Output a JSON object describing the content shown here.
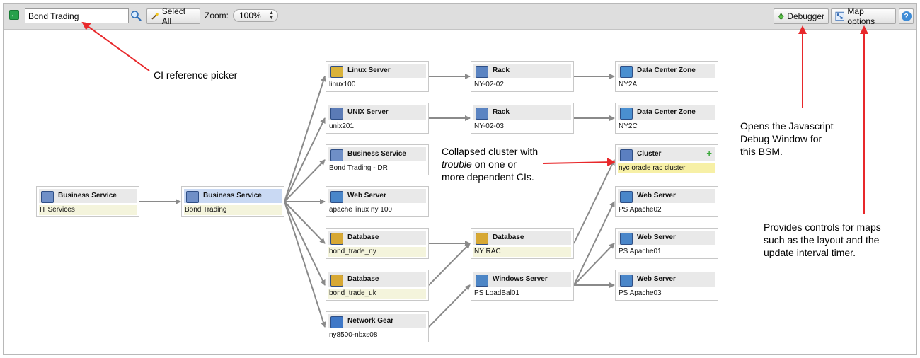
{
  "toolbar": {
    "ci_reference_value": "Bond Trading",
    "select_all_label": "Select All",
    "zoom_label": "Zoom:",
    "zoom_value": "100%",
    "debugger_label": "Debugger",
    "map_options_label": "Map options",
    "help_label": "?"
  },
  "nodes": [
    {
      "id": "n1",
      "type": "Business Service",
      "name": "IT Services",
      "status": "warn",
      "icon": "business-service-icon"
    },
    {
      "id": "n2",
      "type": "Business Service",
      "name": "Bond Trading",
      "status": "warn",
      "icon": "business-service-icon",
      "selected": true
    },
    {
      "id": "n3",
      "type": "Linux Server",
      "name": "linux100",
      "status": "ok",
      "icon": "linux-server-icon"
    },
    {
      "id": "n4",
      "type": "UNIX Server",
      "name": "unix201",
      "status": "ok",
      "icon": "unix-server-icon"
    },
    {
      "id": "n5",
      "type": "Business Service",
      "name": "Bond Trading - DR",
      "status": "ok",
      "icon": "business-service-icon"
    },
    {
      "id": "n6",
      "type": "Web Server",
      "name": "apache linux ny 100",
      "status": "ok",
      "icon": "web-server-icon"
    },
    {
      "id": "n7",
      "type": "Database",
      "name": "bond_trade_ny",
      "status": "warn",
      "icon": "database-icon"
    },
    {
      "id": "n8",
      "type": "Database",
      "name": "bond_trade_uk",
      "status": "warn",
      "icon": "database-icon"
    },
    {
      "id": "n9",
      "type": "Network Gear",
      "name": "ny8500-nbxs08",
      "status": "ok",
      "icon": "network-gear-icon"
    },
    {
      "id": "n10",
      "type": "Rack",
      "name": "NY-02-02",
      "status": "ok",
      "icon": "rack-icon"
    },
    {
      "id": "n11",
      "type": "Rack",
      "name": "NY-02-03",
      "status": "ok",
      "icon": "rack-icon"
    },
    {
      "id": "n12",
      "type": "Database",
      "name": "NY RAC",
      "status": "warn",
      "icon": "database-icon"
    },
    {
      "id": "n13",
      "type": "Windows Server",
      "name": "PS LoadBal01",
      "status": "ok",
      "icon": "windows-server-icon"
    },
    {
      "id": "n14",
      "type": "Data Center Zone",
      "name": "NY2A",
      "status": "ok",
      "icon": "data-center-zone-icon"
    },
    {
      "id": "n15",
      "type": "Data Center Zone",
      "name": "NY2C",
      "status": "ok",
      "icon": "data-center-zone-icon"
    },
    {
      "id": "n16",
      "type": "Cluster",
      "name": "nyc oracle rac cluster",
      "status": "trouble",
      "icon": "cluster-icon",
      "expandable": true
    },
    {
      "id": "n17",
      "type": "Web Server",
      "name": "PS Apache02",
      "status": "ok",
      "icon": "web-server-icon"
    },
    {
      "id": "n18",
      "type": "Web Server",
      "name": "PS Apache01",
      "status": "ok",
      "icon": "web-server-icon"
    },
    {
      "id": "n19",
      "type": "Web Server",
      "name": "PS Apache03",
      "status": "ok",
      "icon": "web-server-icon"
    }
  ],
  "edges": [
    [
      "n1",
      "n2"
    ],
    [
      "n2",
      "n3"
    ],
    [
      "n2",
      "n4"
    ],
    [
      "n2",
      "n5"
    ],
    [
      "n2",
      "n6"
    ],
    [
      "n2",
      "n7"
    ],
    [
      "n2",
      "n8"
    ],
    [
      "n2",
      "n9"
    ],
    [
      "n3",
      "n10"
    ],
    [
      "n4",
      "n11"
    ],
    [
      "n7",
      "n12"
    ],
    [
      "n8",
      "n12"
    ],
    [
      "n9",
      "n13"
    ],
    [
      "n10",
      "n14"
    ],
    [
      "n11",
      "n15"
    ],
    [
      "n12",
      "n16"
    ],
    [
      "n13",
      "n17"
    ],
    [
      "n13",
      "n18"
    ],
    [
      "n13",
      "n19"
    ]
  ],
  "annotations": {
    "ci_picker": "CI reference picker",
    "cluster_line1": "Collapsed cluster with",
    "cluster_trouble": "trouble",
    "cluster_line2_rest": " on one or",
    "cluster_line3": "more dependent CIs.",
    "debugger_line1": "Opens the Javascript",
    "debugger_line2": "Debug Window for",
    "debugger_line3": "this BSM.",
    "mapopts_line1": "Provides controls for maps",
    "mapopts_line2": "such as the layout and the",
    "mapopts_line3": "update interval timer."
  },
  "colors": {
    "arrow_red": "#e8282b",
    "edge_gray": "#8a8a8a",
    "selected_header": "#c9d9f3",
    "trouble_yellow": "#f7f0a6"
  }
}
